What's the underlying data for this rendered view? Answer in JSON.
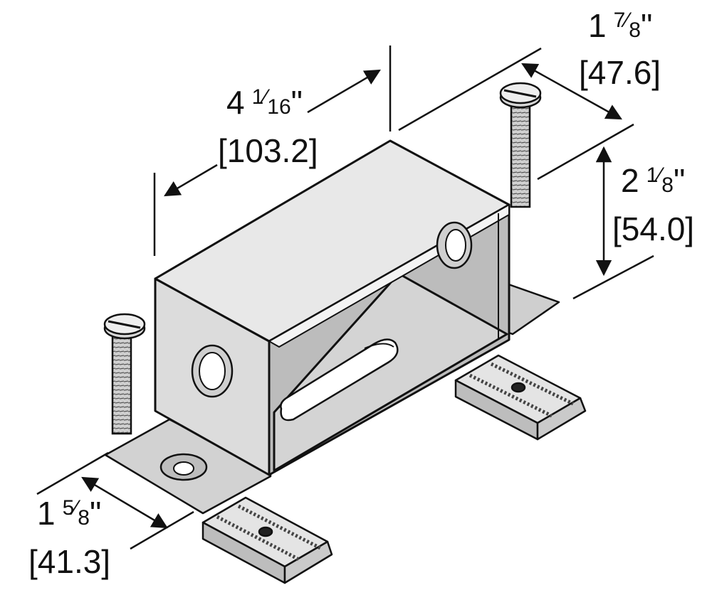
{
  "figure": {
    "subject": "Box bracket with slotted base, two slotted-head screws and two channel nuts",
    "colors": {
      "outline": "#111111",
      "body_fill": "#d6d6d6",
      "body_light": "#ececec",
      "body_dark": "#a9a9a9",
      "nut_fill": "#cfcfcf",
      "background": "#ffffff"
    }
  },
  "dimensions": {
    "length": {
      "whole": "4",
      "num": "1",
      "den": "16",
      "inch_mark": "\"",
      "metric": "[103.2]"
    },
    "width": {
      "whole": "1",
      "num": "7",
      "den": "8",
      "inch_mark": "\"",
      "metric": "[47.6]"
    },
    "height": {
      "whole": "2",
      "num": "1",
      "den": "8",
      "inch_mark": "\"",
      "metric": "[54.0]"
    },
    "flange": {
      "whole": "1",
      "num": "5",
      "den": "8",
      "inch_mark": "\"",
      "metric": "[41.3]"
    }
  }
}
